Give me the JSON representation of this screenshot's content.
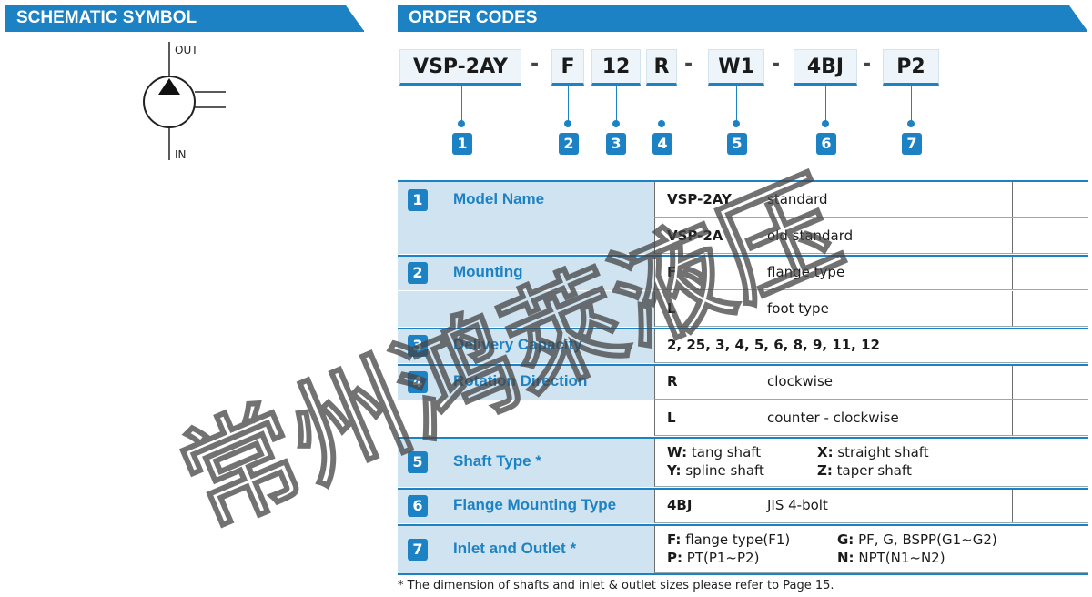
{
  "headers": {
    "left": "SCHEMATIC SYMBOL",
    "right": "ORDER CODES"
  },
  "schematic": {
    "out_label": "OUT",
    "in_label": "IN"
  },
  "order_code": {
    "parts": [
      "VSP-2AY",
      "F",
      "12",
      "R",
      "W1",
      "4BJ",
      "P2"
    ],
    "separator": "-",
    "indices": [
      "1",
      "2",
      "3",
      "4",
      "5",
      "6",
      "7"
    ]
  },
  "table": {
    "model": {
      "num": "1",
      "name": "Model Name",
      "opt1_code": "VSP-2AY",
      "opt1_desc": "standard",
      "opt2_code": "VSP-2A",
      "opt2_desc": "old standard"
    },
    "mounting": {
      "num": "2",
      "name": "Mounting",
      "opt1_code": "F",
      "opt1_desc": "flange type",
      "opt2_code": "L",
      "opt2_desc": "foot type"
    },
    "delivery": {
      "num": "3",
      "name": "Delivery Capacity",
      "values": "2, 25, 3, 4, 5, 6, 8, 9, 11, 12"
    },
    "rotation": {
      "num": "4",
      "name": "Rotation Direction",
      "opt1_code": "R",
      "opt1_desc": "clockwise",
      "opt2_code": "L",
      "opt2_desc": "counter - clockwise"
    },
    "shaft": {
      "num": "5",
      "name": "Shaft Type *",
      "w_key": "W:",
      "w_val": "tang shaft",
      "x_key": "X:",
      "x_val": "straight shaft",
      "y_key": "Y:",
      "y_val": "spline shaft",
      "z_key": "Z:",
      "z_val": "taper shaft"
    },
    "flange": {
      "num": "6",
      "name": "Flange Mounting Type",
      "code": "4BJ",
      "desc": "JIS 4-bolt"
    },
    "inlet": {
      "num": "7",
      "name": "Inlet and Outlet *",
      "f_key": "F:",
      "f_val": "flange type(F1)",
      "g_key": "G:",
      "g_val": "PF, G, BSPP(G1~G2)",
      "p_key": "P:",
      "p_val": "PT(P1~P2)",
      "n_key": "N:",
      "n_val": "NPT(N1~N2)"
    }
  },
  "footnote": "* The dimension of shafts and inlet & outlet sizes please refer to Page 15.",
  "watermark": "常州鸿萊液压",
  "colors": {
    "accent": "#1d82c4",
    "row_fill": "#cfe3f0"
  }
}
